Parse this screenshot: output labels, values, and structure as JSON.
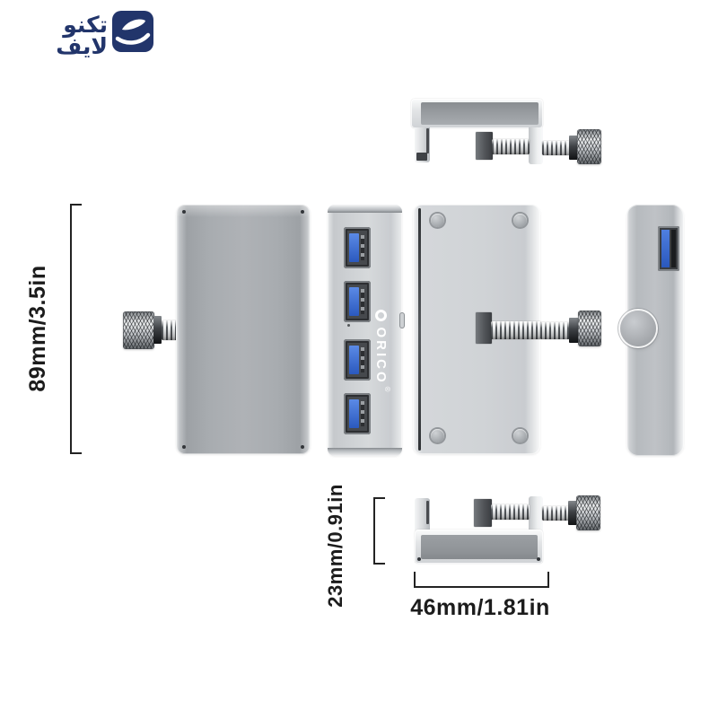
{
  "brand": {
    "name_line1": "تكنو",
    "name_line2": "لايف",
    "color": "#22356b",
    "icon": "swoosh-square-icon"
  },
  "device": {
    "brand_label": "ORICO",
    "reg_mark": "®",
    "front_usb_ports": 4,
    "side_usb_ports": 1,
    "usb_accent_color": "#2f63cf",
    "body_finish": "silver-aluminum"
  },
  "dimensions": {
    "height_label": "89mm/3.5in",
    "clamp_depth_label": "23mm/0.91in",
    "clamp_width_label": "46mm/1.81in",
    "ink_color": "#1c1c1c"
  }
}
